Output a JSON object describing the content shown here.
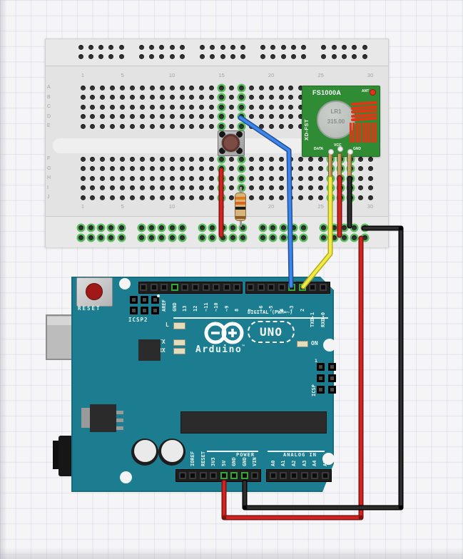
{
  "breadboard": {
    "rows_top": [
      "A",
      "B",
      "C",
      "D",
      "E"
    ],
    "rows_bottom": [
      "F",
      "G",
      "H",
      "I",
      "J"
    ],
    "col_numbers": [
      "1",
      "5",
      "10",
      "15",
      "20",
      "25",
      "30"
    ],
    "col_number_positions": [
      1,
      5,
      10,
      15,
      20,
      25,
      30
    ]
  },
  "connections": {
    "green_columns_top": [
      15,
      17
    ],
    "green_columns_bottom": [
      15,
      17,
      26,
      27,
      28
    ],
    "bottom_rails_connected": true
  },
  "rf_module": {
    "name": "FS1000A",
    "maker": "XD-FST",
    "ant": "ANT",
    "trim_line1": "LR1",
    "trim_line2": "315.00",
    "pin_labels": [
      "DATA",
      "VCC",
      "GND"
    ]
  },
  "arduino": {
    "reset": "RESET",
    "icsp2": "ICSP2",
    "icsp": "ICSP",
    "icsp_pin1": "1",
    "top_left_labels": [
      "AREF",
      "GND",
      "13",
      "12",
      "~11",
      "~10",
      "~9",
      "8"
    ],
    "top_right_labels": [
      "7",
      "~6",
      "~5",
      "4",
      "~3",
      "2",
      "TXD▸1",
      "RXD◂0"
    ],
    "digital_caption": "DIGITAL (PWM=~)",
    "led_l": "L",
    "led_tx": "TX",
    "led_rx": "RX",
    "led_on": "ON",
    "brand": "Arduino",
    "tm": "™",
    "model": "UNO",
    "power_caption": "POWER",
    "power_labels": [
      "IOREF",
      "RESET",
      "3V3",
      "5V",
      "GND",
      "GND",
      "VIN"
    ],
    "analog_caption": "ANALOG IN",
    "analog_labels": [
      "A0",
      "A1",
      "A2",
      "A3",
      "A4",
      "A5"
    ],
    "green_pins": {
      "top_left": [
        3
      ],
      "top_right": [
        4,
        5
      ],
      "power": [
        4,
        5,
        6
      ]
    }
  },
  "colors": {
    "board_teal": "#1b7d8f",
    "bb_green": "#58bd5c",
    "pcb_green": "#2f8c35",
    "component_red": "#e03616",
    "wire_blue": "#3f86e8",
    "wire_blue_dark": "#1d4f9c",
    "wire_yellow": "#f0ea45",
    "wire_yellow_dark": "#b3ab1f",
    "wire_red": "#cf2421",
    "wire_red_dark": "#7e1412",
    "wire_black": "#2e2e2e",
    "wire_black_dark": "#000000"
  }
}
